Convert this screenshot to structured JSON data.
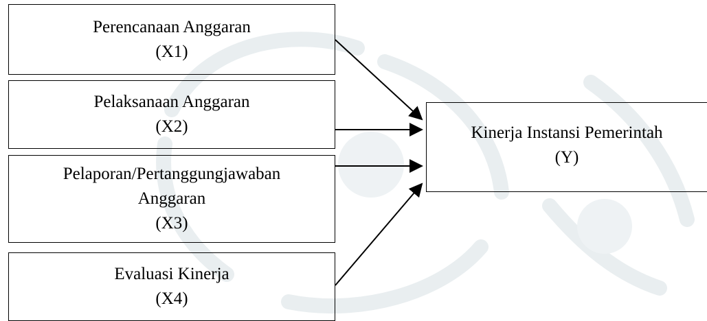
{
  "diagram": {
    "independent_nodes": [
      {
        "id": "x1",
        "lines": [
          "Perencanaan Anggaran",
          "(X1)"
        ]
      },
      {
        "id": "x2",
        "lines": [
          "Pelaksanaan Anggaran",
          "(X2)"
        ]
      },
      {
        "id": "x3",
        "lines": [
          "Pelaporan/Pertanggungjawaban",
          "Anggaran",
          "(X3)"
        ]
      },
      {
        "id": "x4",
        "lines": [
          "Evaluasi Kinerja",
          "(X4)"
        ]
      }
    ],
    "dependent_node": {
      "id": "y",
      "lines": [
        "Kinerja Instansi Pemerintah",
        "(Y)"
      ]
    },
    "edges": [
      {
        "from": "x1",
        "to": "y"
      },
      {
        "from": "x2",
        "to": "y"
      },
      {
        "from": "x3",
        "to": "y"
      },
      {
        "from": "x4",
        "to": "y"
      }
    ],
    "colors": {
      "stroke": "#000000",
      "text": "#000000",
      "watermark": "#e8eef0"
    }
  }
}
